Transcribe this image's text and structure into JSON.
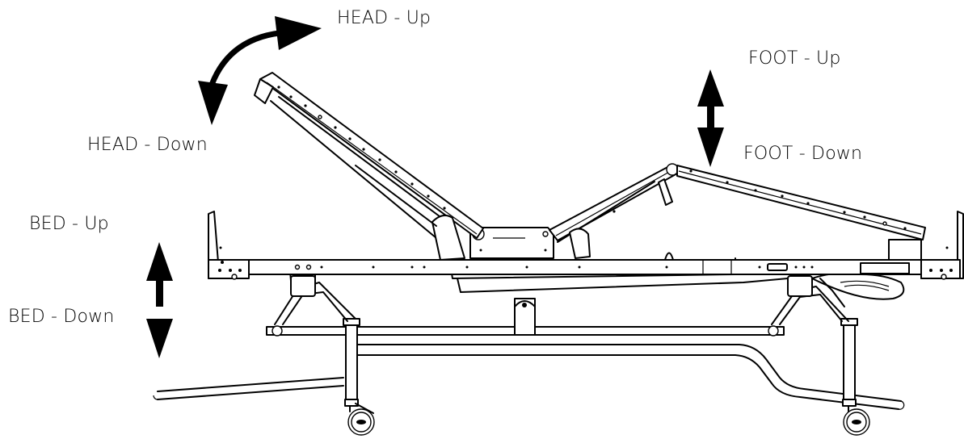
{
  "labels": {
    "head_up": "HEAD - Up",
    "head_down": "HEAD - Down",
    "foot_up": "FOOT - Up",
    "foot_down": "FOOT - Down",
    "bed_up": "BED - Up",
    "bed_down": "BED - Down"
  },
  "colors": {
    "line": "#000000",
    "background": "#ffffff"
  },
  "icons": {
    "head_arrow": "curved-double-arrow-icon",
    "foot_arrow": "vertical-double-arrow-icon",
    "bed_arrow": "vertical-double-arrow-icon"
  }
}
